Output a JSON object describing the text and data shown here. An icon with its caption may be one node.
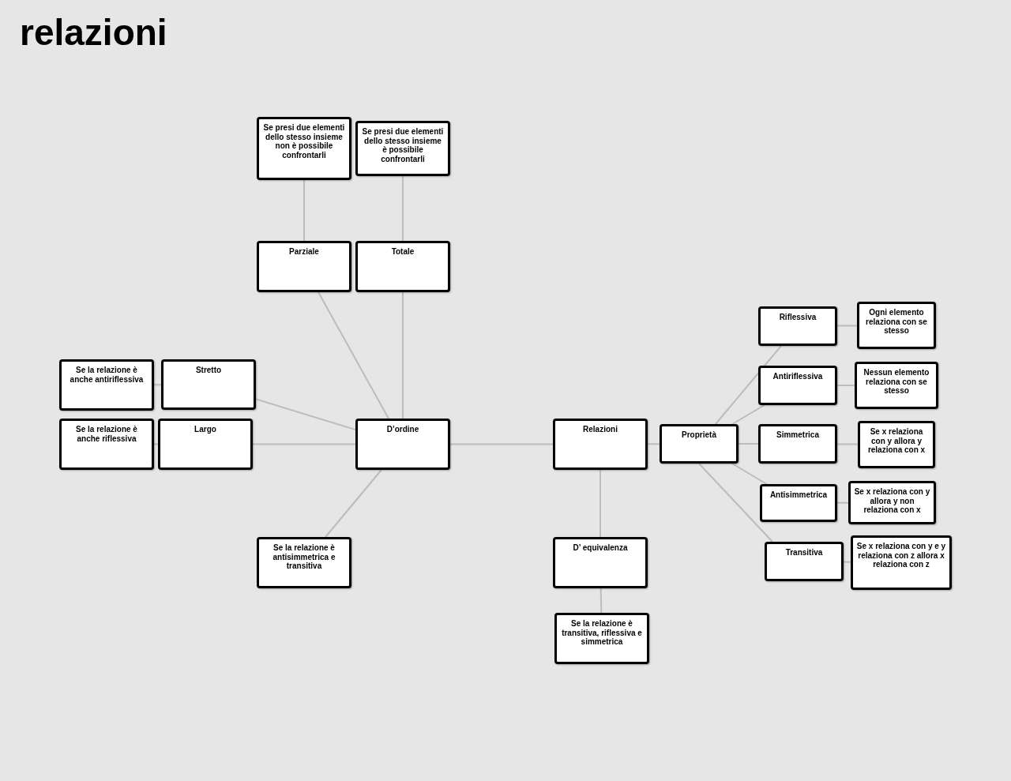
{
  "diagram": {
    "title": "relazioni",
    "nodes": [
      {
        "text": [
          "Se presi due elementi dello stesso insieme non è possibile confrontarli"
        ]
      },
      {
        "text": [
          "Se presi due elementi dello stesso insieme è possibile confrontarli"
        ]
      },
      {
        "text": [
          "Parziale"
        ]
      },
      {
        "text": [
          "Totale"
        ]
      },
      {
        "text": [
          "Se la relazione è anche antiriflessiva"
        ]
      },
      {
        "text": [
          "Stretto"
        ]
      },
      {
        "text": [
          "Se la relazione è anche riflessiva"
        ]
      },
      {
        "text": [
          "Largo"
        ]
      },
      {
        "text": [
          "D’ordine"
        ]
      },
      {
        "text": [
          "Relazioni"
        ]
      },
      {
        "text": [
          "Proprietà"
        ]
      },
      {
        "text": [
          "Riflessiva"
        ]
      },
      {
        "text": [
          "Ogni elemento relaziona con se stesso"
        ]
      },
      {
        "text": [
          "Antiriflessiva"
        ]
      },
      {
        "text": [
          "Nessun elemento relaziona con se stesso"
        ]
      },
      {
        "text": [
          "Simmetrica"
        ]
      },
      {
        "text": [
          "Se x relaziona con y allora y relaziona con x"
        ]
      },
      {
        "text": [
          "Antisimmetrica"
        ]
      },
      {
        "text": [
          "Se x relaziona con y allora y non relaziona con x"
        ]
      },
      {
        "text": [
          "Transitiva"
        ]
      },
      {
        "text": [
          "Se x relaziona con y e y relaziona con z allora x relaziona con z"
        ]
      },
      {
        "text": [
          "Se la relazione è antisimmetrica e transitiva"
        ]
      },
      {
        "text": [
          "D’ equivalenza"
        ]
      },
      {
        "text": [
          "Se la relazione è transitiva, riflessiva e simmetrica"
        ]
      }
    ],
    "edges": [
      {
        "from": 0,
        "to": 2,
        "arrow": "none"
      },
      {
        "from": 1,
        "to": 3,
        "arrow": "none"
      },
      {
        "from": 2,
        "to": 8,
        "arrow": "none"
      },
      {
        "from": 3,
        "to": 8,
        "arrow": "none"
      },
      {
        "from": 4,
        "to": 5,
        "arrow": "none"
      },
      {
        "from": 5,
        "to": 8,
        "arrow": "none"
      },
      {
        "from": 6,
        "to": 7,
        "arrow": "none"
      },
      {
        "from": 7,
        "to": 8,
        "arrow": "none"
      },
      {
        "from": 8,
        "to": 21,
        "arrow": "none"
      },
      {
        "from": 8,
        "to": 9,
        "arrow": "none"
      },
      {
        "from": 9,
        "to": 10,
        "arrow": "none"
      },
      {
        "from": 9,
        "to": 22,
        "arrow": "none"
      },
      {
        "from": 22,
        "to": 23,
        "arrow": "none"
      },
      {
        "from": 10,
        "to": 11,
        "arrow": "none"
      },
      {
        "from": 10,
        "to": 13,
        "arrow": "none"
      },
      {
        "from": 10,
        "to": 15,
        "arrow": "none"
      },
      {
        "from": 10,
        "to": 17,
        "arrow": "none"
      },
      {
        "from": 10,
        "to": 19,
        "arrow": "none"
      },
      {
        "from": 11,
        "to": 12,
        "arrow": "none"
      },
      {
        "from": 13,
        "to": 14,
        "arrow": "none"
      },
      {
        "from": 15,
        "to": 16,
        "arrow": "none"
      },
      {
        "from": 17,
        "to": 18,
        "arrow": "none"
      },
      {
        "from": 19,
        "to": 20,
        "arrow": "none"
      }
    ]
  }
}
